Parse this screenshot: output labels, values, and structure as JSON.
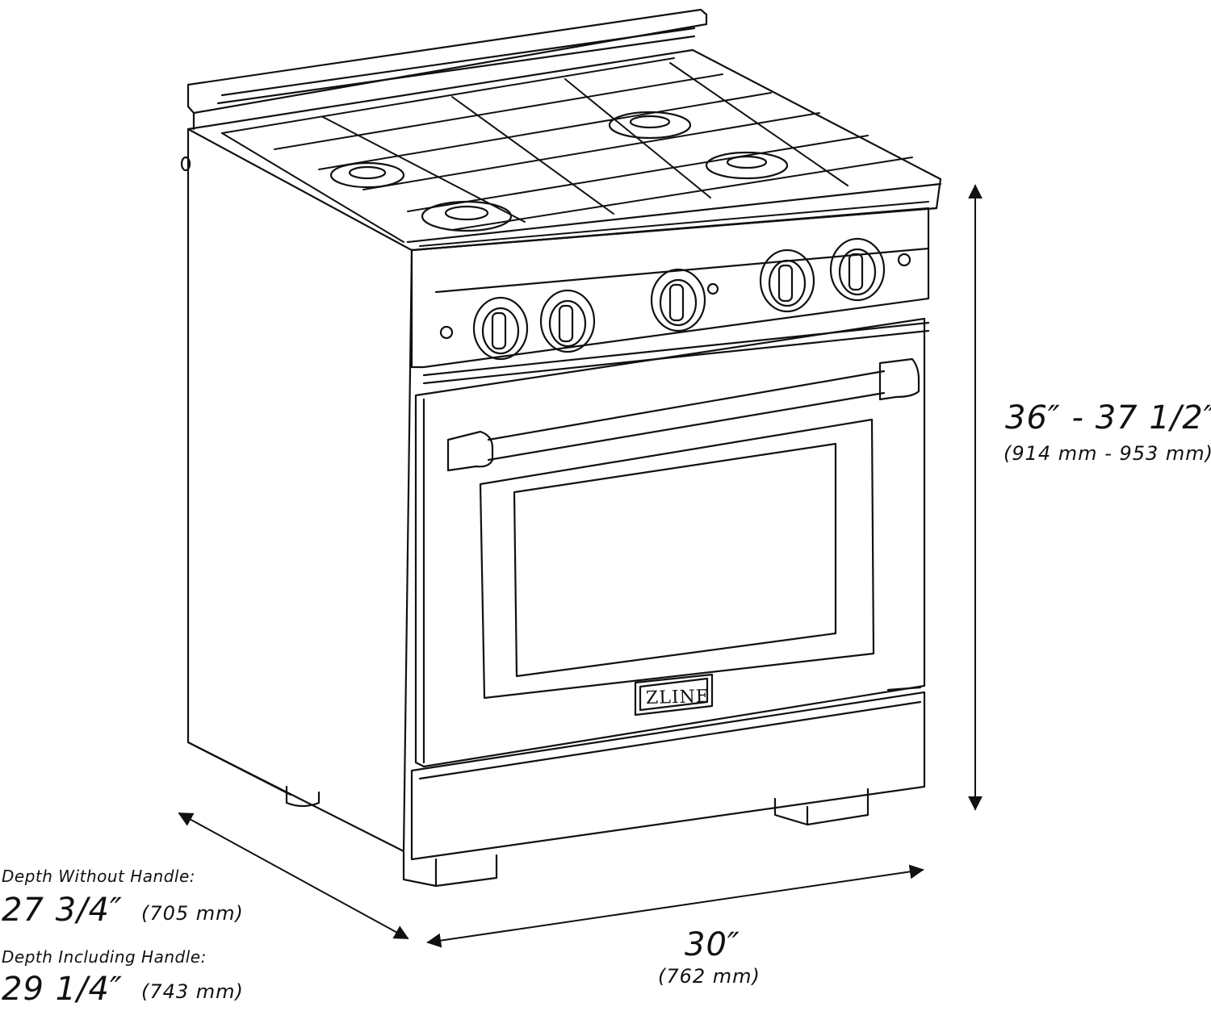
{
  "brand": "ZLINE",
  "height": {
    "inches": "36″ - 37 1/2″",
    "mm": "(914 mm - 953 mm)"
  },
  "width": {
    "inches": "30″",
    "mm": "(762 mm)"
  },
  "depth_without_handle": {
    "label": "Depth Without Handle:",
    "inches": "27 3/4″",
    "mm": "(705 mm)"
  },
  "depth_including_handle": {
    "label": "Depth Including Handle:",
    "inches": "29 1/4″",
    "mm": "(743 mm)"
  }
}
